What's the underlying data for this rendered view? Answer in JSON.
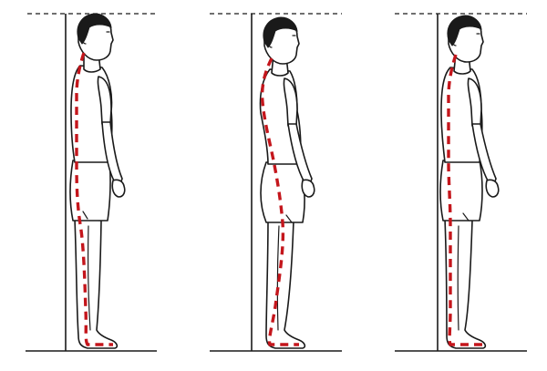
{
  "figure": {
    "panels": [
      {
        "id": "panel-1",
        "posture": "flat-back"
      },
      {
        "id": "panel-2",
        "posture": "swayback"
      },
      {
        "id": "panel-3",
        "posture": "straight-back"
      }
    ],
    "colors": {
      "spine_line": "#c4161c",
      "outline": "#1a1a1a",
      "background": "#ffffff"
    },
    "icons": [
      "head-hair",
      "spine-curve-line",
      "wall-line",
      "floor-line",
      "top-reference-line"
    ]
  }
}
